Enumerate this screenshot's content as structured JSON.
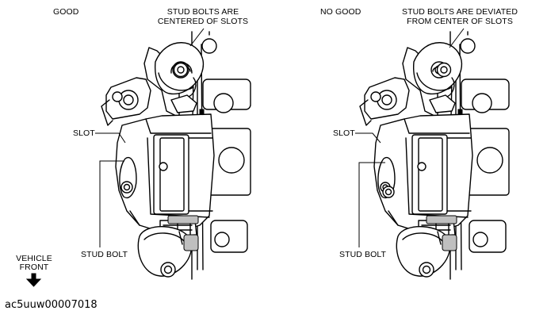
{
  "left_panel": {
    "heading": "GOOD",
    "callout_top_line1": "STUD BOLTS ARE",
    "callout_top_line2": "CENTERED OF SLOTS",
    "slot_label": "SLOT",
    "stud_bolt_label": "STUD BOLT"
  },
  "right_panel": {
    "heading": "NO GOOD",
    "callout_top_line1": "STUD BOLTS ARE DEVIATED",
    "callout_top_line2": "FROM CENTER OF SLOTS",
    "slot_label": "SLOT",
    "stud_bolt_label": "STUD BOLT"
  },
  "direction": {
    "line1": "VEHICLE",
    "line2": "FRONT",
    "arrow_icon": "down-arrow-icon"
  },
  "image_code": "ac5uuw00007018"
}
